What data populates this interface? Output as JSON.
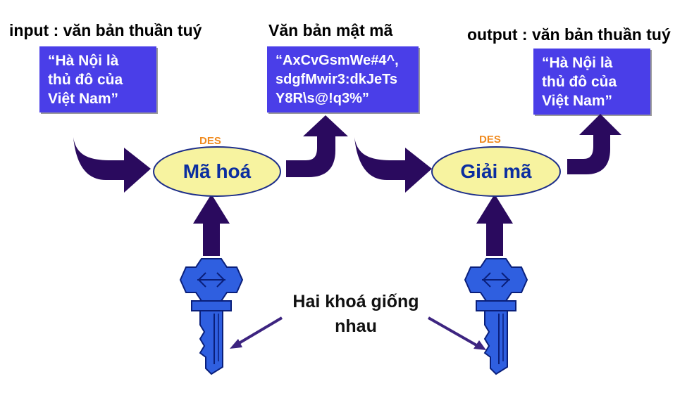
{
  "headers": {
    "input": "input : văn bản thuần tuý",
    "cipher": "Văn bản mật mã",
    "output": "output : văn bản thuần tuý"
  },
  "boxes": {
    "input_lines": [
      "“Hà Nội là",
      "thủ đô của",
      "Việt Nam”"
    ],
    "cipher_lines": [
      "“AxCvGsmWe#4^,",
      "sdgfMwir3:dkJeTs",
      "Y8R\\s@!q3%”"
    ],
    "output_lines": [
      "“Hà Nội là",
      "thủ đô của",
      "Việt Nam”"
    ]
  },
  "processes": {
    "encrypt": {
      "algorithm": "DES",
      "label": "Mã hoá"
    },
    "decrypt": {
      "algorithm": "DES",
      "label": "Giải mã"
    }
  },
  "keys_label": [
    "Hai khoá giống",
    "nhau"
  ],
  "colors": {
    "box_fill": "#4a3ee8",
    "arrow_fill": "#2a0a5e",
    "ellipse_fill": "#f7f3a0",
    "ellipse_text": "#0b2ea0",
    "des_text": "#f08a1e",
    "key_fill": "#2f5fe0",
    "pointer_arrow": "#3d2480"
  },
  "icons": {
    "input_arrow": "curved-arrow-right-icon",
    "output_arrow": "curved-arrow-up-icon",
    "key": "key-icon",
    "up_arrow": "up-arrow-icon",
    "pointer": "pointer-arrow-icon"
  }
}
